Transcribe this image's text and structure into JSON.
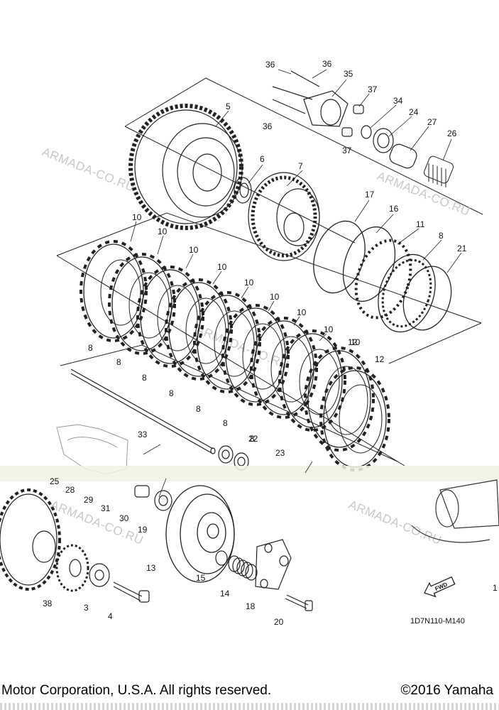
{
  "diagram": {
    "watermark": "ARMADA-CO.RU",
    "figure_code": "1D7N110-M140",
    "fwd_label": "FWD",
    "callouts": [
      "36",
      "36",
      "35",
      "37",
      "34",
      "24",
      "27",
      "26",
      "5",
      "36",
      "37",
      "6",
      "7",
      "17",
      "16",
      "11",
      "8",
      "21",
      "10",
      "10",
      "10",
      "10",
      "10",
      "10",
      "10",
      "10",
      "10",
      "8",
      "8",
      "8",
      "8",
      "8",
      "8",
      "8",
      "12",
      "12",
      "22",
      "23",
      "33",
      "25",
      "28",
      "29",
      "31",
      "30",
      "19",
      "13",
      "15",
      "14",
      "18",
      "20",
      "38",
      "3",
      "4",
      "1"
    ]
  },
  "footer": {
    "copyright_left": "Motor Corporation, U.S.A. All rights reserved.",
    "copyright_right": "©2016 Yamaha"
  }
}
